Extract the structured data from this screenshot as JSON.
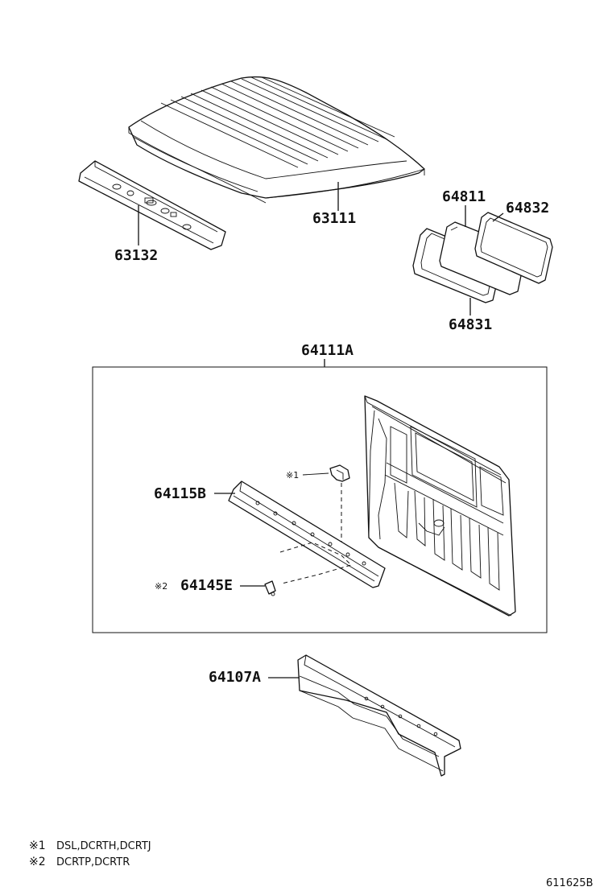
{
  "parts": {
    "roof_panel": "63111",
    "roof_header": "63132",
    "glass": "64811",
    "weatherstrip_outer": "64832",
    "weatherstrip_inner": "64831",
    "back_panel_assy": "64111A",
    "back_panel_reinforcement": "64115B",
    "bracket": "64145E",
    "cross_member": "64107A"
  },
  "callouts": {
    "mark1": "※1",
    "mark2": "※2"
  },
  "footnotes": [
    {
      "mark": "※1",
      "text": "DSL,DCRTH,DCRTJ"
    },
    {
      "mark": "※2",
      "text": "DCRTP,DCRTR"
    }
  ],
  "diagram_code": "611625B"
}
